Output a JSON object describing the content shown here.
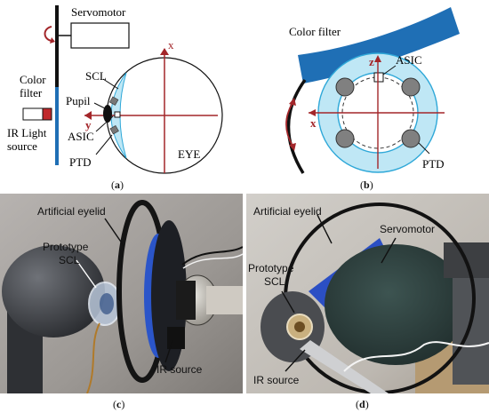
{
  "panel_a": {
    "servomotor": "Servomotor",
    "color_filter_1": "Color",
    "color_filter_2": "filter",
    "scl": "SCL",
    "pupil": "Pupil",
    "asic": "ASIC",
    "ptd": "PTD",
    "ir_1": "IR Light",
    "ir_2": "source",
    "eye": "EYE",
    "axis_x": "x",
    "axis_y": "y",
    "caption_open": "(",
    "caption_letter": "a",
    "caption_close": ")"
  },
  "panel_b": {
    "color_filter": "Color filter",
    "asic": "ASIC",
    "ptd": "PTD",
    "axis_z": "z",
    "axis_x": "x",
    "caption_open": "(",
    "caption_letter": "b",
    "caption_close": ")"
  },
  "panel_c": {
    "artificial_eyelid": "Artificial eyelid",
    "prototype_1": "Prototype",
    "prototype_2": "SCL",
    "ir_source": "IR source",
    "caption_open": "(",
    "caption_letter": "c",
    "caption_close": ")"
  },
  "panel_d": {
    "artificial_eyelid": "Artificial eyelid",
    "servomotor": "Servomotor",
    "prototype_1": "Prototype",
    "prototype_2": "SCL",
    "ir_source": "IR source",
    "caption_open": "(",
    "caption_letter": "d",
    "caption_close": ")"
  },
  "colors": {
    "filter_blue": "#1f6fb5",
    "lens_cyan": "#bfe7f5",
    "axis_red": "#a3262a",
    "ir_red": "#c0282b"
  }
}
